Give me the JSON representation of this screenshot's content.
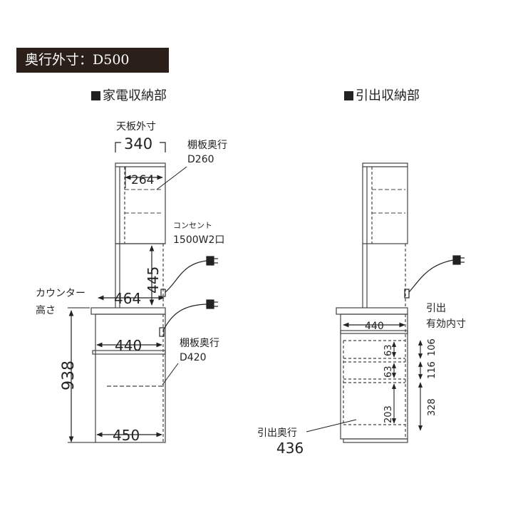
{
  "header": {
    "title": "奥行外寸：D500"
  },
  "left": {
    "heading": "家電収納部",
    "top_width_label": "天板外寸",
    "top_width": "340",
    "shelf_top_label": "棚板奥行",
    "shelf_top_depth": "D260",
    "inner_top": "264",
    "outlet_label": "コンセント",
    "outlet_spec": "1500W2口",
    "opening_height": "445",
    "opening_depth": "464",
    "counter_label_1": "カウンター",
    "counter_label_2": "高さ",
    "counter_height": "938",
    "lower_inner": "440",
    "shelf_lower_label": "棚板奥行",
    "shelf_lower_depth": "D420",
    "bottom_depth": "450"
  },
  "right": {
    "heading": "引出収納部",
    "drawer_width": "440",
    "effective_label_1": "引出",
    "effective_label_2": "有効内寸",
    "d1_height": "63",
    "d2_height": "63",
    "d3_height": "203",
    "p1": "106",
    "p2": "116",
    "p3": "328",
    "drawer_depth_label": "引出奥行",
    "drawer_depth": "436"
  }
}
